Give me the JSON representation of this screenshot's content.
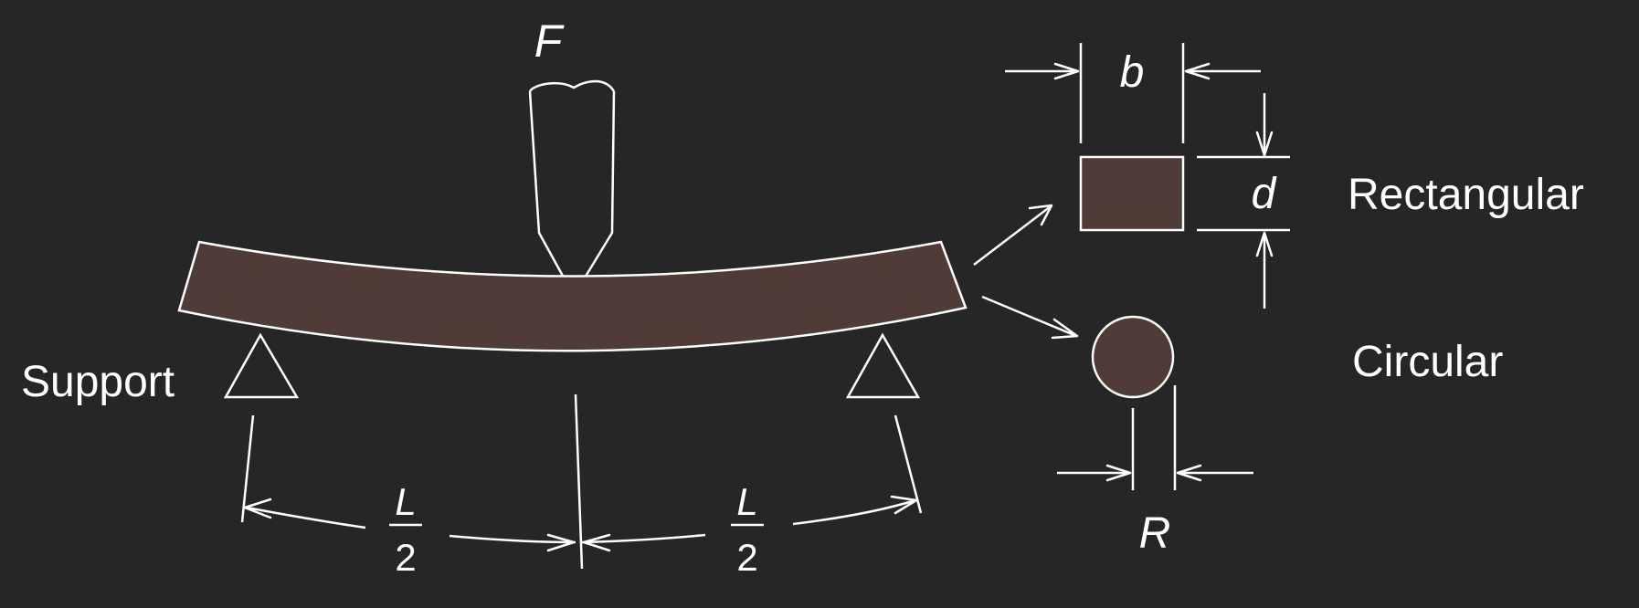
{
  "labels": {
    "force": "F",
    "support": "Support",
    "half_span_numerator": "L",
    "half_span_denominator": "2",
    "width": "b",
    "depth": "d",
    "radius": "R",
    "rectangular": "Rectangular",
    "circular": "Circular"
  },
  "colors": {
    "background": "#262626",
    "beam_fill": "#4f3c36",
    "stroke": "#ffffff"
  }
}
